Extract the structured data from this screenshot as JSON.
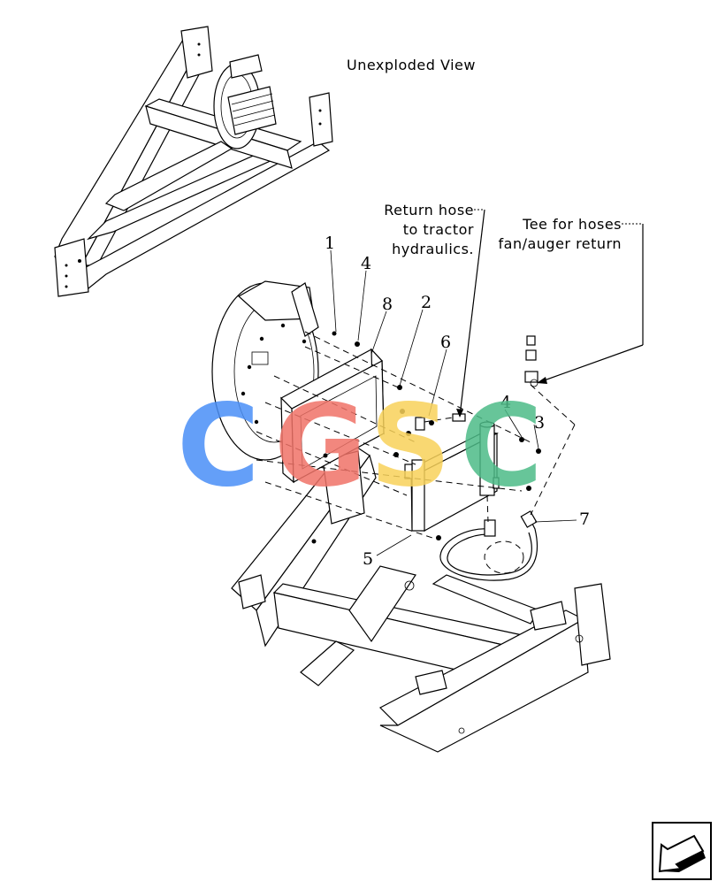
{
  "labels": {
    "view_title": "Unexploded View",
    "return_hose": [
      "Return hose",
      "to tractor",
      "hydraulics."
    ],
    "tee_note": [
      "Tee for hoses",
      "fan/auger return"
    ]
  },
  "callouts": [
    "1",
    "4",
    "8",
    "2",
    "6",
    "4",
    "3",
    "7",
    "5"
  ],
  "watermark": {
    "letters": [
      "C",
      "G",
      "S",
      "C"
    ],
    "colors": [
      "#4a8ff7",
      "#f07368",
      "#f8d25a",
      "#4dbb88"
    ]
  }
}
